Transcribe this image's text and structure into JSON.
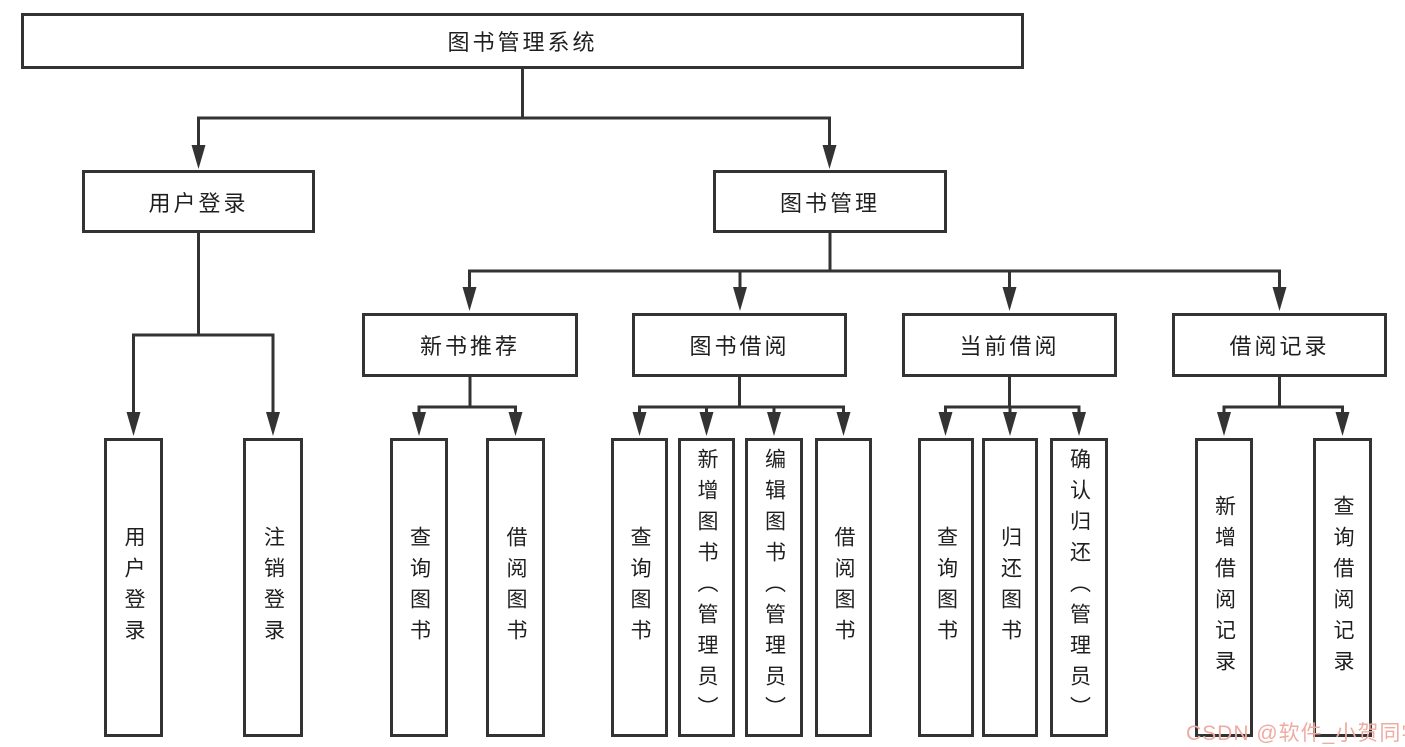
{
  "diagram": {
    "root": {
      "label": "图书管理系统",
      "children": [
        {
          "id": "user-login",
          "label": "用户登录",
          "children": [
            {
              "id": "leaf-user-login",
              "label": "用户登录"
            },
            {
              "id": "leaf-logout",
              "label": "注销登录"
            }
          ]
        },
        {
          "id": "book-management",
          "label": "图书管理",
          "children": [
            {
              "id": "new-book-recommend",
              "label": "新书推荐",
              "children": [
                {
                  "id": "leaf-nbr-query-book",
                  "label": "查询图书"
                },
                {
                  "id": "leaf-nbr-borrow-book",
                  "label": "借阅图书"
                }
              ]
            },
            {
              "id": "book-borrow",
              "label": "图书借阅",
              "children": [
                {
                  "id": "leaf-bb-query-book",
                  "label": "查询图书"
                },
                {
                  "id": "leaf-bb-add-book",
                  "label": "新增图书（管理员）"
                },
                {
                  "id": "leaf-bb-edit-book",
                  "label": "编辑图书（管理员）"
                },
                {
                  "id": "leaf-bb-borrow-book",
                  "label": "借阅图书"
                }
              ]
            },
            {
              "id": "current-borrow",
              "label": "当前借阅",
              "children": [
                {
                  "id": "leaf-cb-query-book",
                  "label": "查询图书"
                },
                {
                  "id": "leaf-cb-return-book",
                  "label": "归还图书"
                },
                {
                  "id": "leaf-cb-confirm-return",
                  "label": "确认归还（管理员）"
                }
              ]
            },
            {
              "id": "borrow-records",
              "label": "借阅记录",
              "children": [
                {
                  "id": "leaf-br-add-record",
                  "label": "新增借阅记录"
                },
                {
                  "id": "leaf-br-query-record",
                  "label": "查询借阅记录"
                }
              ]
            }
          ]
        }
      ]
    }
  },
  "watermark": {
    "text": "CSDN @软件_小贺同学"
  },
  "colors": {
    "line": "#333333",
    "box_border": "#333333",
    "text": "#1f1f1f",
    "watermark": "#f0aba1",
    "background": "#ffffff"
  }
}
